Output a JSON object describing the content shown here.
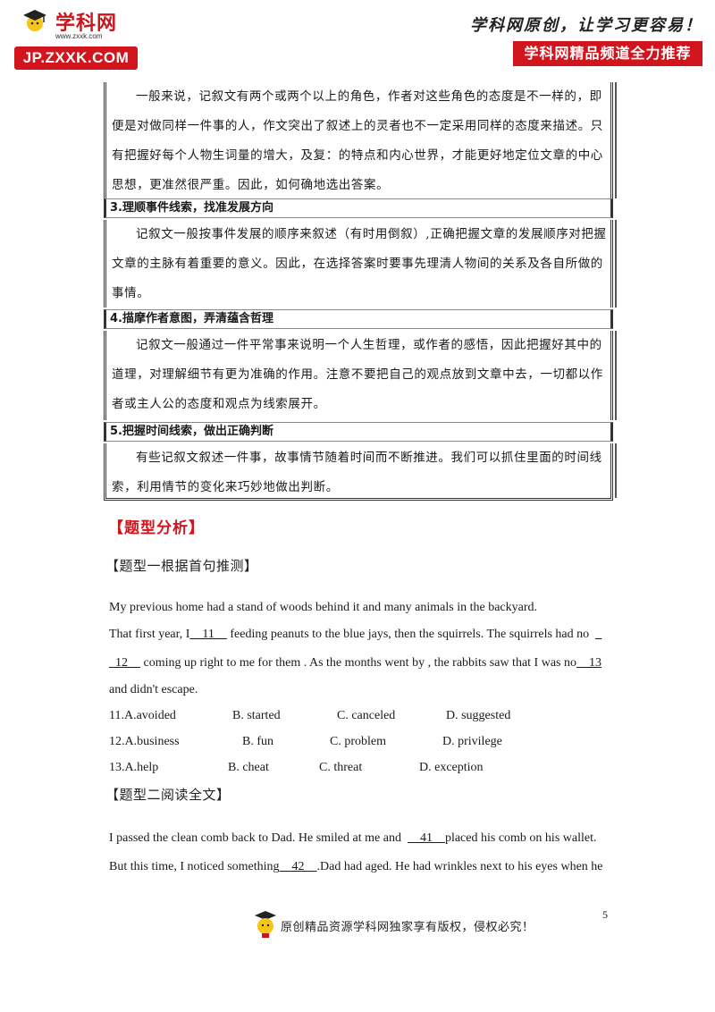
{
  "header": {
    "logo_cn": "学科网",
    "logo_url": "www.zxxk.com",
    "logo_badge": "JP.ZXXK.COM",
    "slogan": "学科网原创，让学习更容易！",
    "recommend": "学科网精品频道全力推荐"
  },
  "box": {
    "intro_lines": [
      "一般来说，记叙文有两个或两个以上的角色，作者对这些角色的态度是不一样的，即",
      "便是对做同样一件事的人，作文突出了叙述上的灵者也不一定采用同样的态度来描述。只",
      "有把握好每个人物生词量的增大，及复：的特点和内心世界，才能更好地定位文章的中心",
      "思想，更准然很严重。因此，如何确地选出答案。"
    ],
    "sections": [
      {
        "heading": "3.理顺事件线索，找准发展方向",
        "lines": [
          "记叙文一般按事件发展的顺序来叙述（有时用倒叙）,正确把握文章的发展顺序对把握",
          "文章的主脉有着重要的意义。因此，在选择答案时要事先理清人物间的关系及各自所做的",
          "事情。"
        ]
      },
      {
        "heading": "4.描摩作者意图，弄清蕴含哲理",
        "lines": [
          "记叙文一般通过一件平常事来说明一个人生哲理，或作者的感悟，因此把握好其中的",
          "道理，对理解细节有更为准确的作用。注意不要把自己的观点放到文章中去，一切都以作",
          "者或主人公的态度和观点为线索展开。"
        ]
      },
      {
        "heading": "5.把握时间线索，做出正确判断",
        "lines": [
          "有些记叙文叙述一件事，故事情节随着时间而不断推进。我们可以抓住里面的时间线",
          "索，利用情节的变化来巧妙地做出判断。"
        ]
      }
    ]
  },
  "analysis": {
    "title": "【题型分析】",
    "type1": {
      "title": "【题型一根据首句推测】",
      "line1": "My previous home had a stand of woods behind it and many animals in the backyard.",
      "line2_a": "That first year, I",
      "blank11": "    11    ",
      "line2_b": " feeding peanuts to the blue jays, then the squirrels. The squirrels had no  ",
      "blank_tail": "_",
      "blank12": "  12    ",
      "line3_a": " coming up right to me for them . As the months went by , the rabbits saw that I was no",
      "blank13": "    13",
      "line4": "and didn't escape.",
      "options": [
        [
          "11.A.avoided",
          "B. started",
          "C. canceled",
          "D. suggested"
        ],
        [
          "12.A.business",
          "B. fun",
          "C. problem",
          "D. privilege"
        ],
        [
          "13.A.help",
          "B. cheat",
          "C. threat",
          "D. exception"
        ]
      ]
    },
    "type2": {
      "title": "【题型二阅读全文】",
      "line1_a": "I passed the clean comb back to Dad. He smiled at me and  ",
      "blank41": "    41    ",
      "line1_b": "placed his comb on his wallet.",
      "line2_a": "But this time, I noticed something",
      "blank42": "    42    ",
      "line2_b": ".Dad had aged. He had wrinkles next to his eyes when he"
    }
  },
  "footer": {
    "text": "原创精品资源学科网独家享有版权，侵权必究！",
    "page": "5"
  }
}
